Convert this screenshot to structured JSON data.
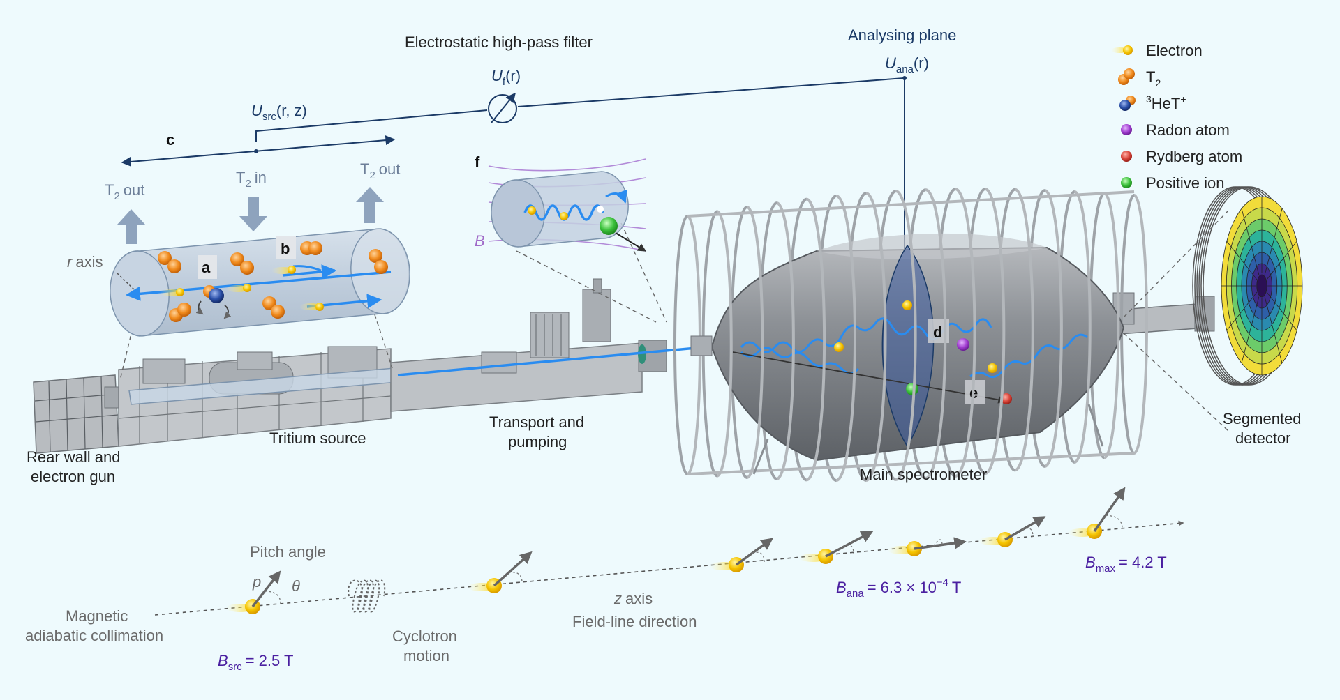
{
  "labels": {
    "filter_title": "Electrostatic high-pass filter",
    "analysing_plane": "Analysing plane",
    "u_ana_sym": "U",
    "u_ana_sub": "ana",
    "u_ana_arg": "(r)",
    "u_f_sym": "U",
    "u_f_sub": "f",
    "u_f_arg": "(r)",
    "u_src_sym": "U",
    "u_src_sub": "src",
    "u_src_arg": "(r, z)",
    "panel_c": "c",
    "panel_a": "a",
    "panel_b": "b",
    "panel_d": "d",
    "panel_e": "e",
    "panel_f": "f",
    "t2_out_left_sym": "T",
    "t2_out_left_sub": "2",
    "t2_out_left_word": "out",
    "t2_in_sym": "T",
    "t2_in_sub": "2",
    "t2_in_word": "in",
    "t2_out_right_sym": "T",
    "t2_out_right_sub": "2",
    "t2_out_right_word": "out",
    "r_axis_italic": "r",
    "r_axis_word": "axis",
    "b_field": "B",
    "rear_wall_1": "Rear wall and",
    "rear_wall_2": "electron gun",
    "tritium_source": "Tritium source",
    "transport_1": "Transport and",
    "transport_2": "pumping",
    "main_spectrometer": "Main spectrometer",
    "detector_1": "Segmented",
    "detector_2": "detector",
    "pitch_angle": "Pitch angle",
    "p_sym": "p",
    "theta_sym": "θ",
    "mag_1": "Magnetic",
    "mag_2": "adiabatic collimation",
    "cyclotron_1": "Cyclotron",
    "cyclotron_2": "motion",
    "z_axis_italic": "z",
    "z_axis_word": "axis",
    "field_line": "Field-line direction",
    "b_src_sym": "B",
    "b_src_sub": "src",
    "b_src_val": "= 2.5 T",
    "b_ana_sym": "B",
    "b_ana_sub": "ana",
    "b_ana_val": "= 6.3 × 10",
    "b_ana_exp": "−4",
    "b_ana_unit": "T",
    "b_max_sym": "B",
    "b_max_sub": "max",
    "b_max_val": "= 4.2 T"
  },
  "legend": [
    {
      "label": "Electron",
      "color": "#f5c400",
      "icon": "electron-icon"
    },
    {
      "label": "T",
      "sub": "2",
      "color": "#f08a1c",
      "icon": "t2-molecule-icon"
    },
    {
      "label": "HeT",
      "pre_sup": "3",
      "sup": "+",
      "color": "#2a4fa8",
      "icon": "hetplus-ion-icon"
    },
    {
      "label": "Radon atom",
      "color": "#a23ed1",
      "icon": "radon-atom-icon"
    },
    {
      "label": "Rydberg atom",
      "color": "#d9453a",
      "icon": "rydberg-atom-icon"
    },
    {
      "label": "Positive ion",
      "color": "#3cc13c",
      "icon": "positive-ion-icon"
    }
  ],
  "colors": {
    "navy": "#1b3a66",
    "beam": "#2a8cf0",
    "electron": "#f5c400",
    "tritium": "#f08a1c",
    "purple_label": "#4a1fa0",
    "machine": "#8e9398"
  }
}
